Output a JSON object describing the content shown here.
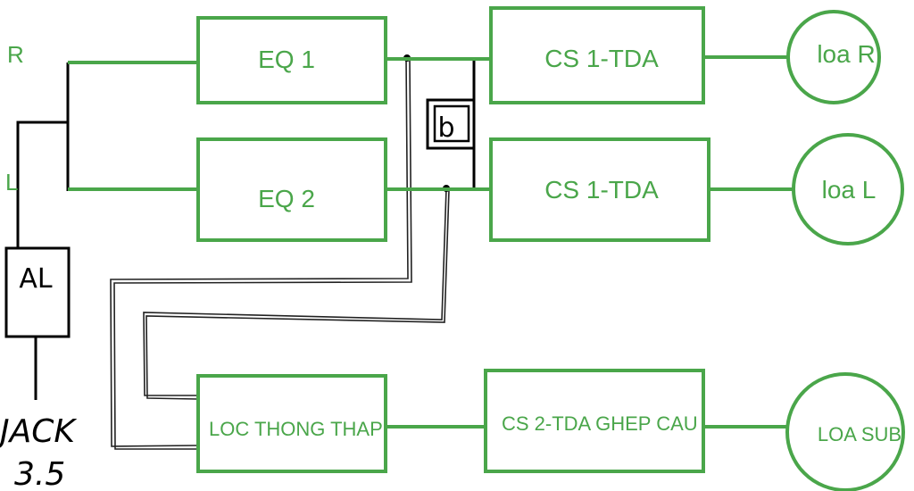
{
  "inputs": {
    "right": "R",
    "left": "L"
  },
  "blocks": {
    "eq1": "EQ 1",
    "eq2": "EQ 2",
    "amp_r": "CS 1-TDA",
    "amp_l": "CS 1-TDA",
    "lowpass": "LOC THONG THAP",
    "amp_sub": "CS 2-TDA GHEP CAU",
    "al": "AL",
    "switch": "b"
  },
  "speakers": {
    "right": "loa R",
    "left": "loa L",
    "sub": "LOA SUB"
  },
  "jack": {
    "line1": "JACK",
    "line2": "3.5"
  },
  "colors": {
    "accent": "#4aa64a",
    "ink": "#000000",
    "background": "#ffffff"
  }
}
